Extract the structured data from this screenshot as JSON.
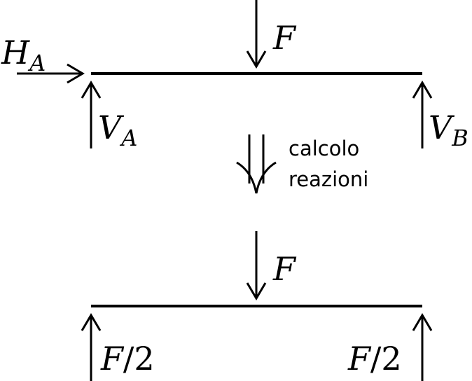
{
  "top_diagram": {
    "load": {
      "label": "F"
    },
    "horizontal_reaction_A": {
      "symbol": "H",
      "subscript": "A"
    },
    "vertical_reaction_A": {
      "symbol": "V",
      "subscript": "A"
    },
    "vertical_reaction_B": {
      "symbol": "V",
      "subscript": "B"
    }
  },
  "transition": {
    "caption_line1": "calcolo",
    "caption_line2": "reazioni"
  },
  "bottom_diagram": {
    "load": {
      "label": "F"
    },
    "reaction_A": {
      "numerator": "F",
      "slash": "/",
      "denominator": "2"
    },
    "reaction_B": {
      "numerator": "F",
      "slash": "/",
      "denominator": "2"
    }
  }
}
